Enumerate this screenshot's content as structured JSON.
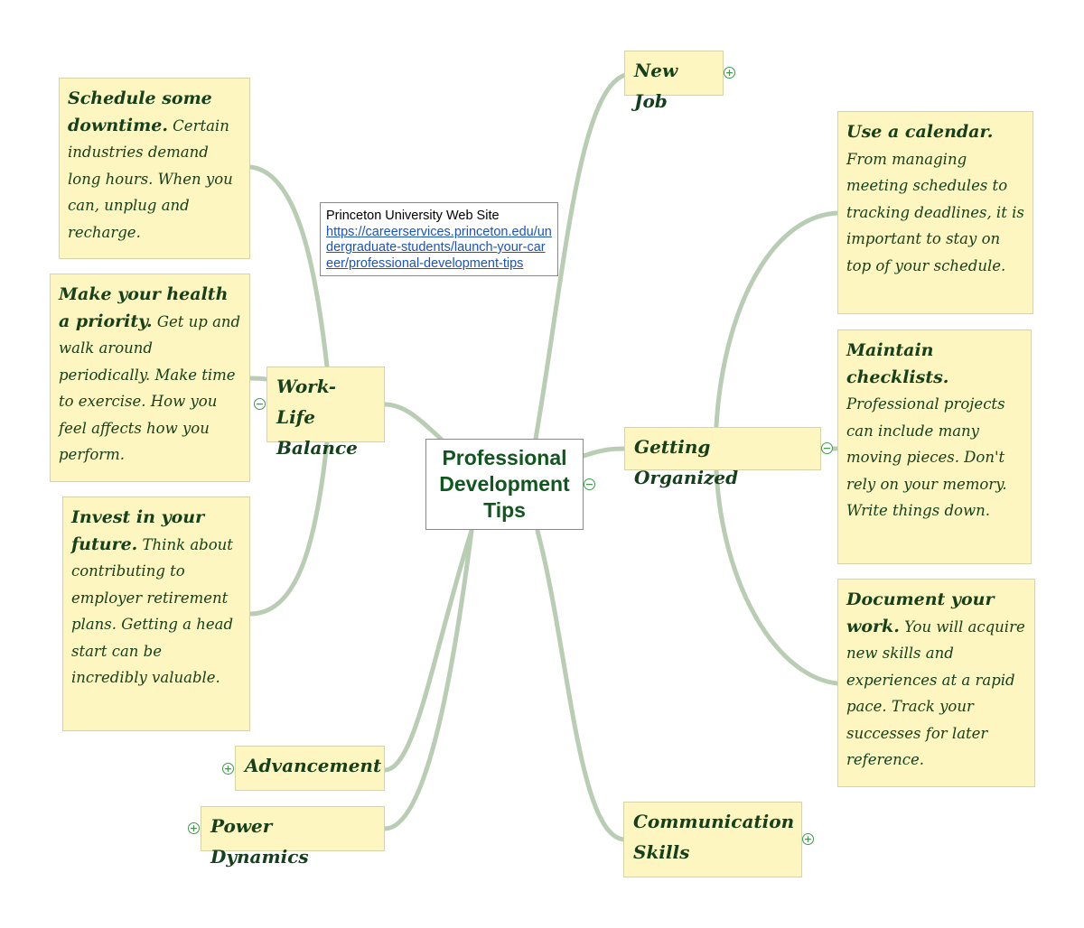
{
  "center": {
    "line1": "Professional",
    "line2": "Development",
    "line3": "Tips"
  },
  "link_note": {
    "title": "Princeton University Web Site",
    "url": "https://careerservices.princeton.edu/undergraduate-students/launch-your-career/professional-development-tips"
  },
  "topics": {
    "new_job": "New Job",
    "work_life_line1": "Work-Life",
    "work_life_line2": "Balance",
    "getting_organized": "Getting Organized",
    "advancement": "Advancement",
    "power_dynamics": "Power Dynamics",
    "communication_line1": "Communication",
    "communication_line2": "Skills"
  },
  "notes": {
    "downtime": {
      "bold": "Schedule some downtime.",
      "text": " Certain industries demand long hours. When you can, unplug and recharge."
    },
    "health": {
      "bold": "Make your health a priority.",
      "text": " Get up and walk around periodically. Make time to exercise. How you feel affects how you perform."
    },
    "invest": {
      "bold": "Invest in your future.",
      "text": " Think about contributing to employer retirement plans. Getting a head start can be incredibly valuable."
    },
    "calendar": {
      "bold": "Use a calendar.",
      "text": " From managing meeting schedules to tracking deadlines, it is important to stay on top of your schedule."
    },
    "checklists": {
      "bold": "Maintain checklists.",
      "text": " Professional projects can include many moving pieces. Don't rely on your memory. Write things down."
    },
    "document": {
      "bold": "Document your work.",
      "text": " You will acquire new skills and experiences at a rapid pace. Track your successes for later reference."
    }
  },
  "toggles": {
    "expand": "+",
    "collapse": "−"
  },
  "colors": {
    "connector": "#b8cdb3",
    "node_fill": "#fef6c0",
    "text": "#16401c",
    "center_text": "#11561f",
    "toggle": "#3d9b4a"
  }
}
